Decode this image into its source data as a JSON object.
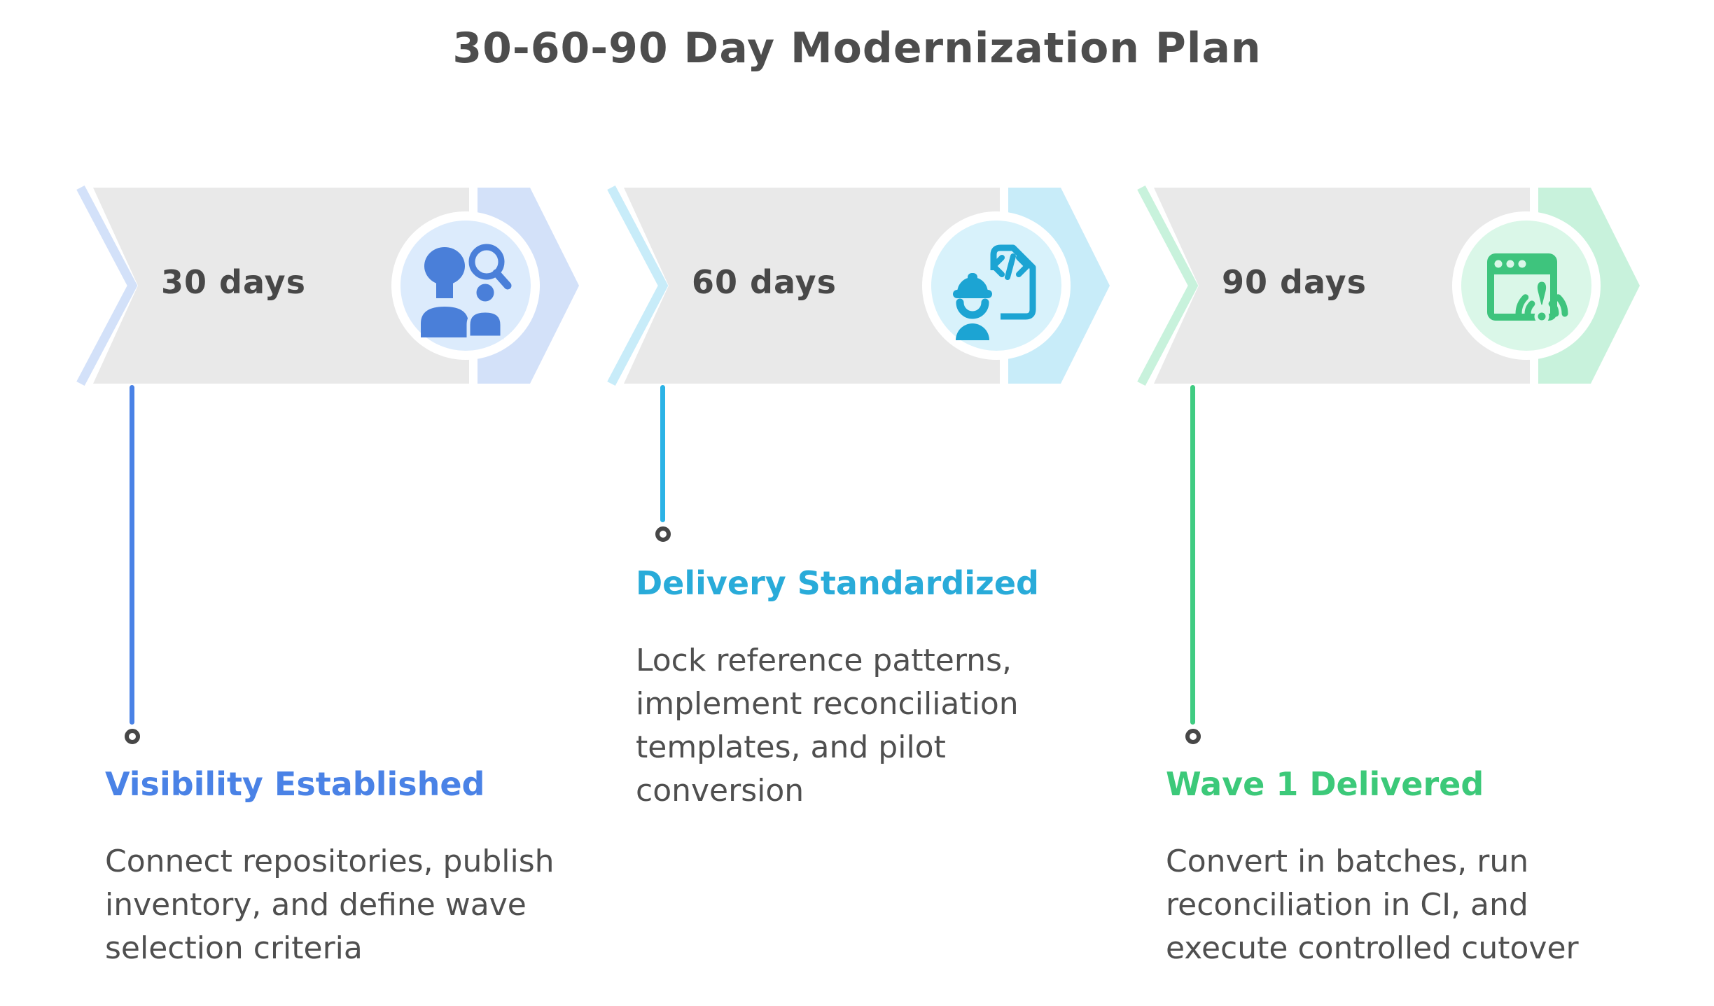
{
  "title": "30-60-90 Day Modernization Plan",
  "shared": {
    "band_color": "#e9e9e9",
    "marker_ring_color": "#474747",
    "body_text_color": "#4f4f4f",
    "title_color": "#4d4d4d",
    "duration_color": "#484848",
    "background": "#ffffff"
  },
  "stages": [
    {
      "duration": "30 days",
      "heading": "Visibility Established",
      "description": "Connect repositories, publish\ninventory, and define wave\nselection criteria",
      "icon": "people-search-icon",
      "colors": {
        "accent": "#4a7fd9",
        "heading": "#4a82e6",
        "line": "#4a82e6",
        "arrow_light": "#d3e1f9",
        "circle_fill": "#dcebfc"
      }
    },
    {
      "duration": "60 days",
      "heading": "Delivery Standardized",
      "description": "Lock reference patterns,\nimplement reconciliation\ntemplates, and pilot\nconversion",
      "icon": "engineer-code-icon",
      "colors": {
        "accent": "#1ca4d3",
        "heading": "#29abd9",
        "line": "#2cb3e6",
        "arrow_light": "#c8ecf9",
        "circle_fill": "#d8f2fb"
      }
    },
    {
      "duration": "90 days",
      "heading": "Wave 1 Delivered",
      "description": "Convert in batches, run\nreconciliation in CI, and\nexecute controlled cutover",
      "icon": "browser-alert-icon",
      "colors": {
        "accent": "#3ec47d",
        "heading": "#3cc979",
        "line": "#40cc82",
        "arrow_light": "#c8f2dc",
        "circle_fill": "#daf7e8"
      }
    }
  ]
}
